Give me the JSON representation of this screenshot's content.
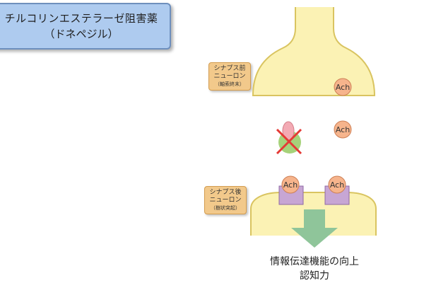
{
  "title": {
    "line1": "チルコリンエステラーゼ阻害薬",
    "line2": "（ドネペジル）"
  },
  "presynaptic_label": {
    "line1": "シナプス前",
    "line2": "ニューロン",
    "line3": "（軸索終末）"
  },
  "postsynaptic_label": {
    "line1": "シナプス後",
    "line2": "ニューロン",
    "line3": "（樹状突起）"
  },
  "molecule_label": "Ach",
  "caption": {
    "line1": "情報伝達機能の向上",
    "line2": "認知力"
  },
  "colors": {
    "neuron_fill": "#fbf2b4",
    "neuron_stroke": "#d9c460",
    "ach_fill": "#f6b48c",
    "ach_stroke": "#cd7f55",
    "receptor_fill": "#c7a6d4",
    "receptor_stroke": "#8f6aa3",
    "enzyme_green": "#a6d27a",
    "enzyme_pink": "#f3aab4",
    "cross_red": "#e53935",
    "arrow_green": "#8fc59a"
  }
}
